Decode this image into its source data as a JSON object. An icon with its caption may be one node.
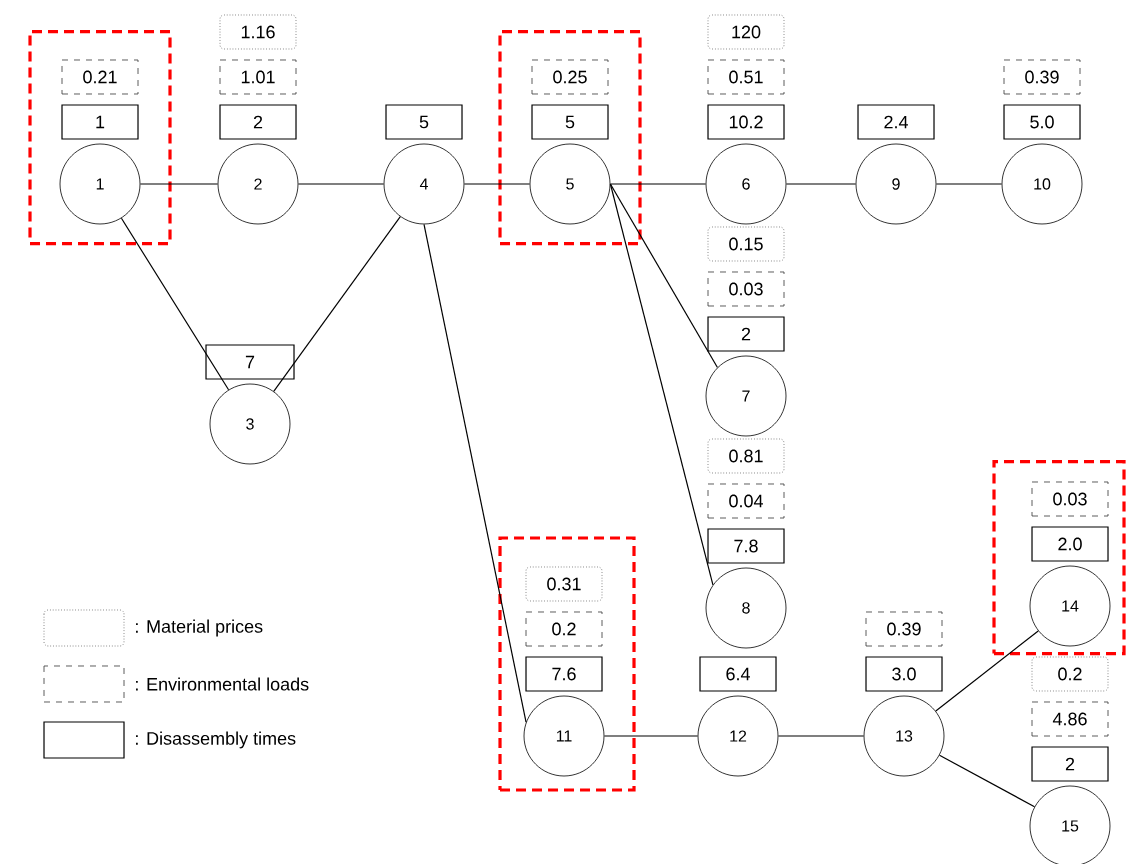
{
  "diagram": {
    "nodes": [
      {
        "text": [],
        "shape": "box"
      },
      {
        "text": [
          "1"
        ],
        "in": 0,
        "beside": [
          "0.21",
          "1"
        ]
      },
      {
        "text": [
          "2"
        ],
        "beside": [
          "1.16",
          "1.01",
          "2"
        ]
      },
      {
        "text": [
          "3"
        ],
        "beside": [
          "7"
        ]
      },
      {
        "text": [
          "4"
        ],
        "beside": [
          "5"
        ]
      },
      {
        "text": [],
        "shape": "box"
      },
      {
        "text": [
          "5"
        ],
        "in": 5,
        "beside": [
          "0.25",
          "5"
        ]
      },
      {
        "text": [
          "6"
        ],
        "beside": [
          "120",
          "0.51",
          "10.2"
        ]
      },
      {
        "text": [
          "7"
        ],
        "beside": [
          "0.03",
          "2"
        ]
      },
      {
        "text": [
          "8"
        ],
        "beside": [
          "0.04",
          "7.8"
        ]
      },
      {
        "text": [
          "9"
        ],
        "beside": [
          "2.4"
        ]
      },
      {
        "text": [
          "10"
        ],
        "beside": [
          "0.39",
          "5.0"
        ]
      },
      {
        "text": [],
        "shape": "box"
      },
      {
        "text": [
          "11"
        ],
        "in": 12,
        "beside": [
          "0.31",
          "0.2",
          "7.6"
        ]
      },
      {
        "text": [
          "12"
        ],
        "beside": [
          "6.4"
        ]
      },
      {
        "text": [
          "13"
        ],
        "beside": [
          "0.39",
          "3.0"
        ]
      },
      {
        "text": [],
        "shape": "box"
      },
      {
        "text": [
          "14"
        ],
        "in": 16,
        "beside": [
          "0.03",
          "2.0"
        ]
      },
      {
        "text": [
          "15"
        ],
        "beside": [
          "0.2",
          "4.86",
          "2"
        ]
      }
    ],
    "edges": [
      {
        "from": 1,
        "to": 2,
        "arrow": "none"
      },
      {
        "from": 2,
        "to": 4,
        "arrow": "none"
      },
      {
        "from": 4,
        "to": 6,
        "arrow": "none"
      },
      {
        "from": 6,
        "to": 7,
        "arrow": "none"
      },
      {
        "from": 7,
        "to": 10,
        "arrow": "none"
      },
      {
        "from": 10,
        "to": 11,
        "arrow": "none"
      },
      {
        "from": 1,
        "to": 3,
        "arrow": "none"
      },
      {
        "from": 3,
        "to": 4,
        "arrow": "none"
      },
      {
        "from": 4,
        "to": 13,
        "arrow": "none"
      },
      {
        "from": 6,
        "to": 8,
        "arrow": "none"
      },
      {
        "from": 6,
        "to": 9,
        "arrow": "none"
      },
      {
        "from": 13,
        "to": 14,
        "arrow": "none"
      },
      {
        "from": 14,
        "to": 15,
        "arrow": "none"
      },
      {
        "from": 15,
        "to": 17,
        "arrow": "none"
      },
      {
        "from": 15,
        "to": 18,
        "arrow": "none"
      }
    ],
    "labels": [
      "0.15",
      "0.81"
    ],
    "legend": [
      {
        "text": ": Material prices"
      },
      {
        "text": ": Environmental loads"
      },
      {
        "text": ": Disassembly times"
      }
    ]
  }
}
